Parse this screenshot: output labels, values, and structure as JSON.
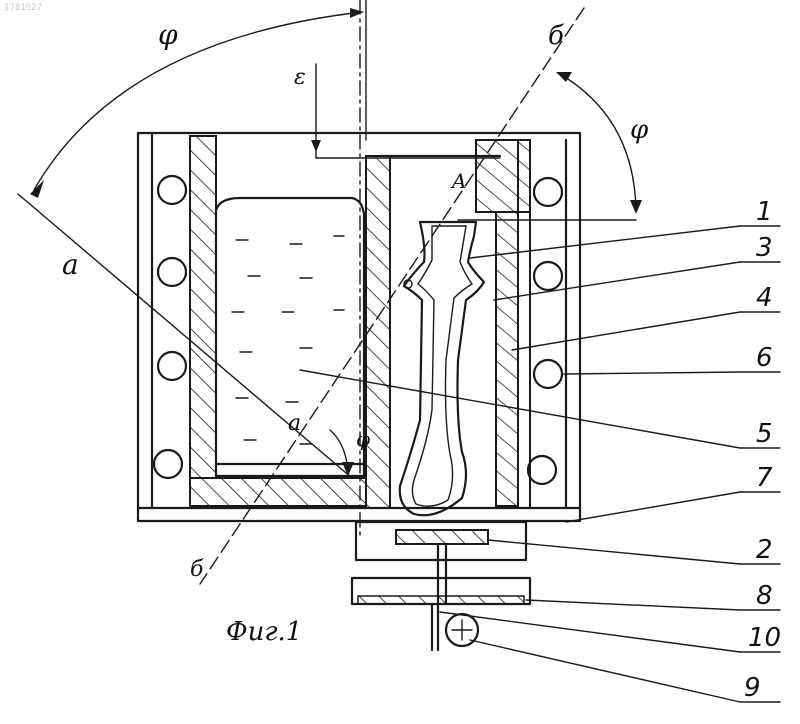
{
  "header_code": "1781927",
  "caption": "Фиг.1",
  "angle_labels": {
    "phi_top": "φ",
    "phi_right": "φ",
    "phi_inner": "φ",
    "epsilon": "ε"
  },
  "axis_labels": {
    "a_left": "a",
    "a_inner": "a",
    "b_top": "б",
    "b_bottom": "б",
    "point_A": "A"
  },
  "callouts": [
    "1",
    "3",
    "4",
    "6",
    "5",
    "7",
    "2",
    "8",
    "10",
    "9"
  ]
}
